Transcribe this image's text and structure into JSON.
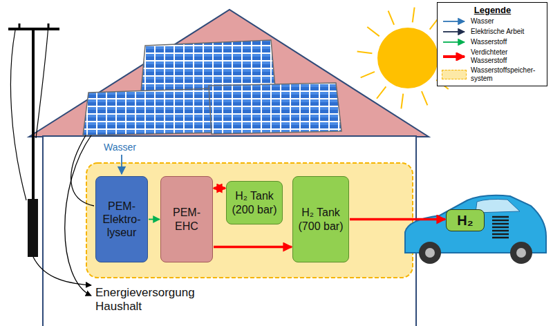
{
  "diagram": {
    "nodes": [
      {
        "text": [
          "PEM- Elektro- lyseur"
        ]
      },
      {
        "text": [
          "PEM- EHC"
        ]
      },
      {
        "text": [
          "H₂ Tank (200 bar)"
        ]
      },
      {
        "text": [
          "H₂ Tank (700 bar)"
        ]
      },
      {
        "text": [
          "H₂"
        ]
      }
    ],
    "edges": [
      {
        "from": 0,
        "to": 1,
        "arrow": "to"
      },
      {
        "from": 1,
        "to": 2,
        "arrow": "both"
      },
      {
        "from": 1,
        "to": 3,
        "arrow": "to"
      },
      {
        "from": 3,
        "to": 4,
        "arrow": "to"
      }
    ],
    "labels": [
      "Legende",
      "Wasser",
      "Energieversorgung Haushalt"
    ],
    "legend": [
      {
        "text": "Wasser"
      },
      {
        "text": "Elektrische Arbeit"
      },
      {
        "text": "Wasserstoff"
      },
      {
        "text": "Verdichteter Wasserstoff"
      },
      {
        "text": "Wasserstoffspeicher- system",
        "color": "#fde9a6"
      }
    ]
  }
}
